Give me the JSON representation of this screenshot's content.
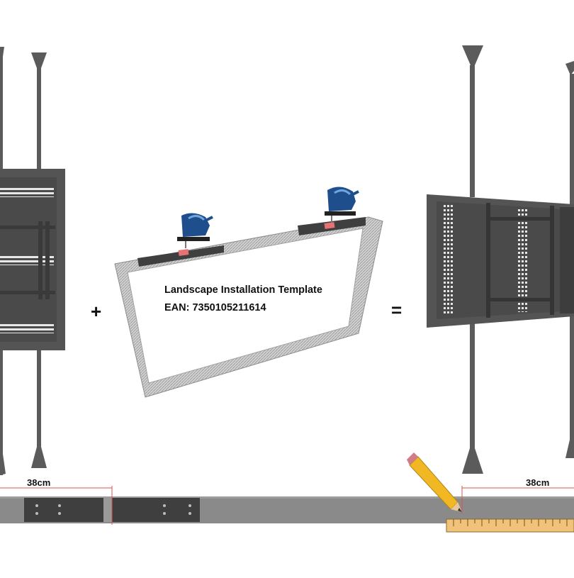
{
  "template": {
    "title": "Landscape Installation Template",
    "ean": "EAN: 7350105211614"
  },
  "operators": {
    "plus": "+",
    "equals": "="
  },
  "measurements": {
    "left": "38cm",
    "right": "38cm"
  },
  "colors": {
    "pole": "#5b5b5b",
    "screen_frame": "#545454",
    "screen_inner": "#4a4a4a",
    "template_frame": "#bdbdbd",
    "floor_strip": "#8a8a8a",
    "dimension_line": "#d9534f",
    "jigsaw_body": "#1f4e8c",
    "pencil": "#f2b824",
    "ruler": "#f0c27a"
  },
  "icons": [
    "jigsaw-icon",
    "pencil-icon",
    "ruler-icon"
  ]
}
